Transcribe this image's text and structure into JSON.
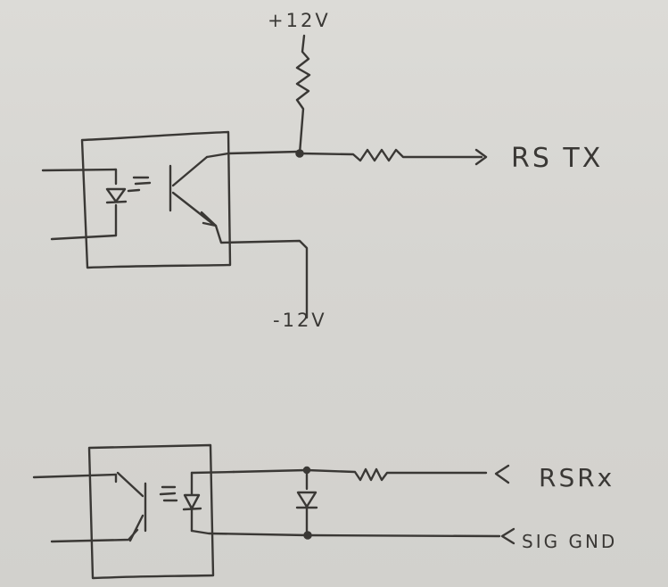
{
  "labels": {
    "plus_12v": "+12V",
    "minus_12v": "-12V",
    "rs_tx": "RS TX",
    "rs_rx": "RSRx",
    "sig_gnd": "SIG GND"
  },
  "colors": {
    "paper": "#d7d6d2",
    "ink": "#3a3835"
  }
}
